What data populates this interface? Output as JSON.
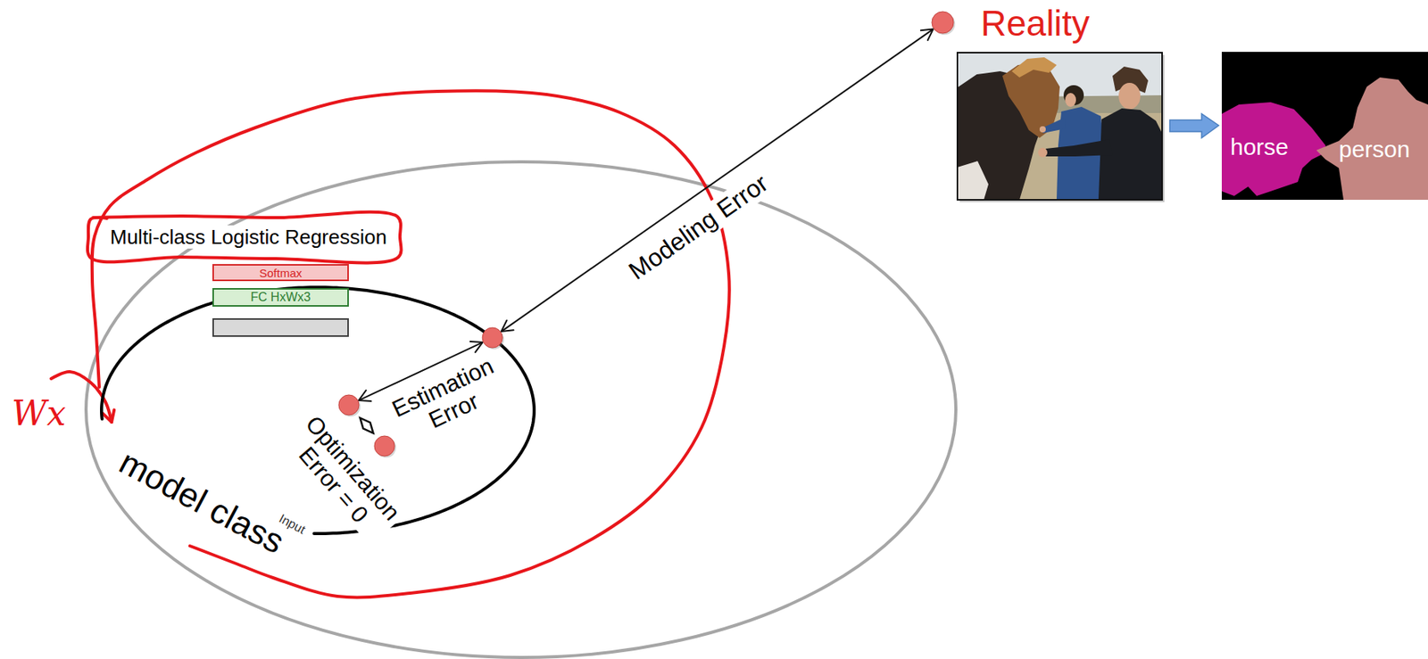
{
  "diagram": {
    "nodes": [
      {
        "text": [
          "Reality"
        ]
      },
      {
        "text": [
          "model class"
        ]
      },
      {
        "text": [
          "Multi-class Logistic Regression"
        ]
      },
      {
        "text": [
          "Softmax"
        ]
      },
      {
        "text": [
          "FC HxWx3"
        ]
      },
      {
        "text": [
          "Input"
        ],
        "in": 1
      },
      {
        "text": [
          "horse"
        ]
      },
      {
        "text": [
          "person"
        ]
      }
    ],
    "edges": [
      {
        "from": 1,
        "to": 0,
        "arrow": "both",
        "label": "Modeling Error"
      }
    ],
    "labels": [
      "Estimation Error",
      "Optimization Error = 0",
      "Wx"
    ]
  }
}
